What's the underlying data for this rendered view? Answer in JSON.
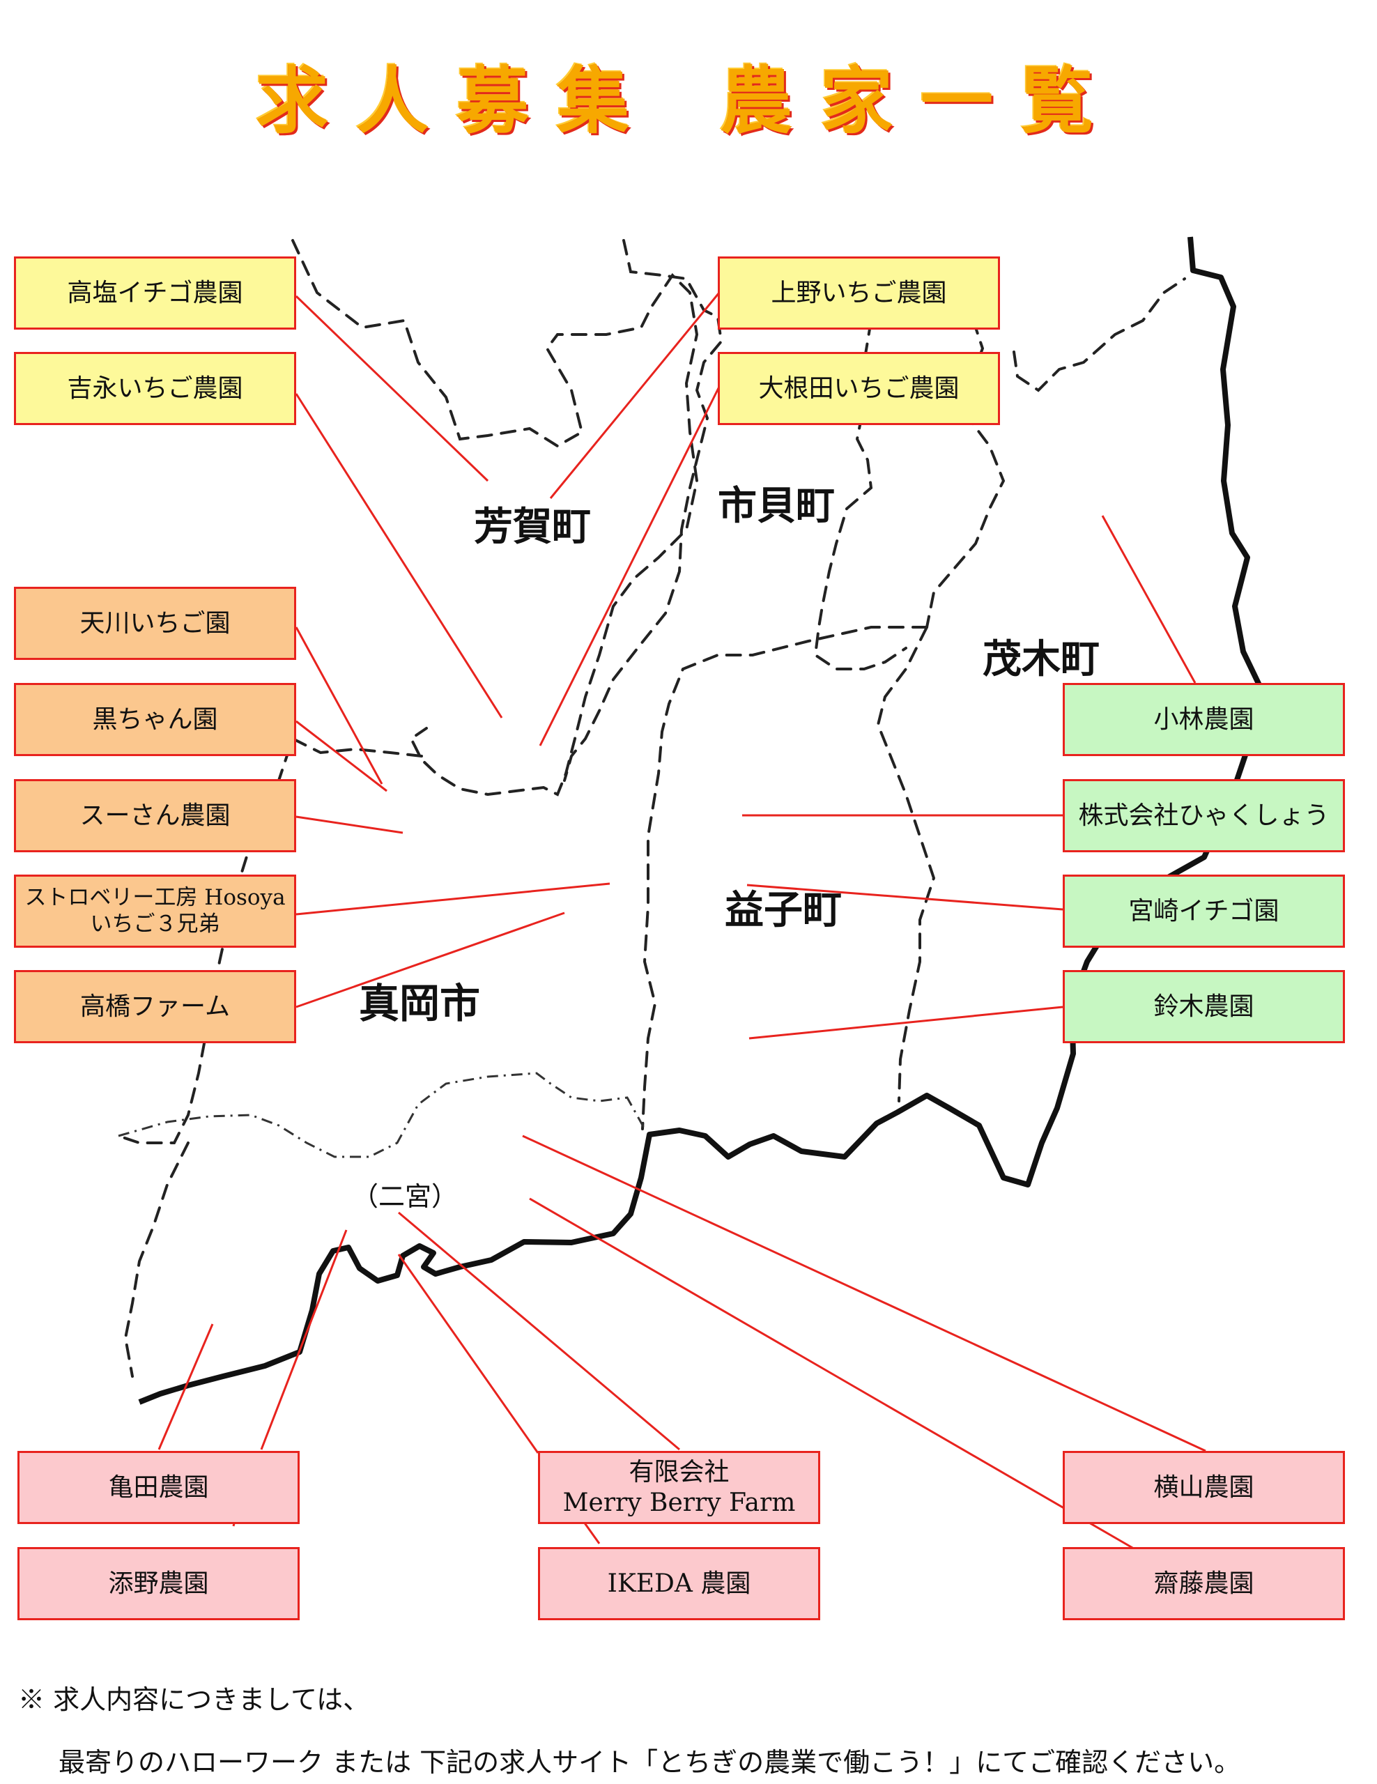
{
  "title": {
    "part1": "求人募集",
    "part2": "農家一覧"
  },
  "areas": [
    {
      "id": "haga",
      "label": "芳賀町"
    },
    {
      "id": "ichikai",
      "label": "市貝町"
    },
    {
      "id": "motegi",
      "label": "茂木町"
    },
    {
      "id": "mashiko",
      "label": "益子町"
    },
    {
      "id": "moka",
      "label": "真岡市"
    },
    {
      "id": "ninomiya",
      "label": "（二宮）"
    }
  ],
  "farms": {
    "yellow": [
      {
        "name": "高塩イチゴ農園"
      },
      {
        "name": "吉永いちご農園"
      },
      {
        "name": "上野いちご農園"
      },
      {
        "name": "大根田いちご農園"
      }
    ],
    "orange": [
      {
        "name": "天川いちご園"
      },
      {
        "name": "黒ちゃん園"
      },
      {
        "name": "スーさん農園"
      },
      {
        "name": "ストロベリー工房 Hosoya",
        "sub": "いちご３兄弟"
      },
      {
        "name": "高橋ファーム"
      }
    ],
    "green": [
      {
        "name": "小林農園"
      },
      {
        "name": "株式会社ひゃくしょう"
      },
      {
        "name": "宮崎イチゴ園"
      },
      {
        "name": "鈴木農園"
      }
    ],
    "pink": [
      {
        "name": "亀田農園"
      },
      {
        "name": "添野農園"
      },
      {
        "name": "有限会社",
        "sub": "Merry Berry Farm"
      },
      {
        "name": "IKEDA 農園"
      },
      {
        "name": "横山農園"
      },
      {
        "name": "齋藤農園"
      }
    ]
  },
  "notes": {
    "line1": "※ 求人内容につきましては、",
    "line2": "最寄りのハローワーク または 下記の求人サイト「とちぎの農業で働こう！」にてご確認ください。"
  },
  "colors": {
    "title_fill": "#f7a800",
    "title_outline": "#e22a1b",
    "box_border": "#e8231e",
    "leader_line": "#e8231e",
    "yellow": "#fdf99a",
    "orange": "#fbc78e",
    "green": "#c7f7c2",
    "pink": "#fcc9cd"
  }
}
